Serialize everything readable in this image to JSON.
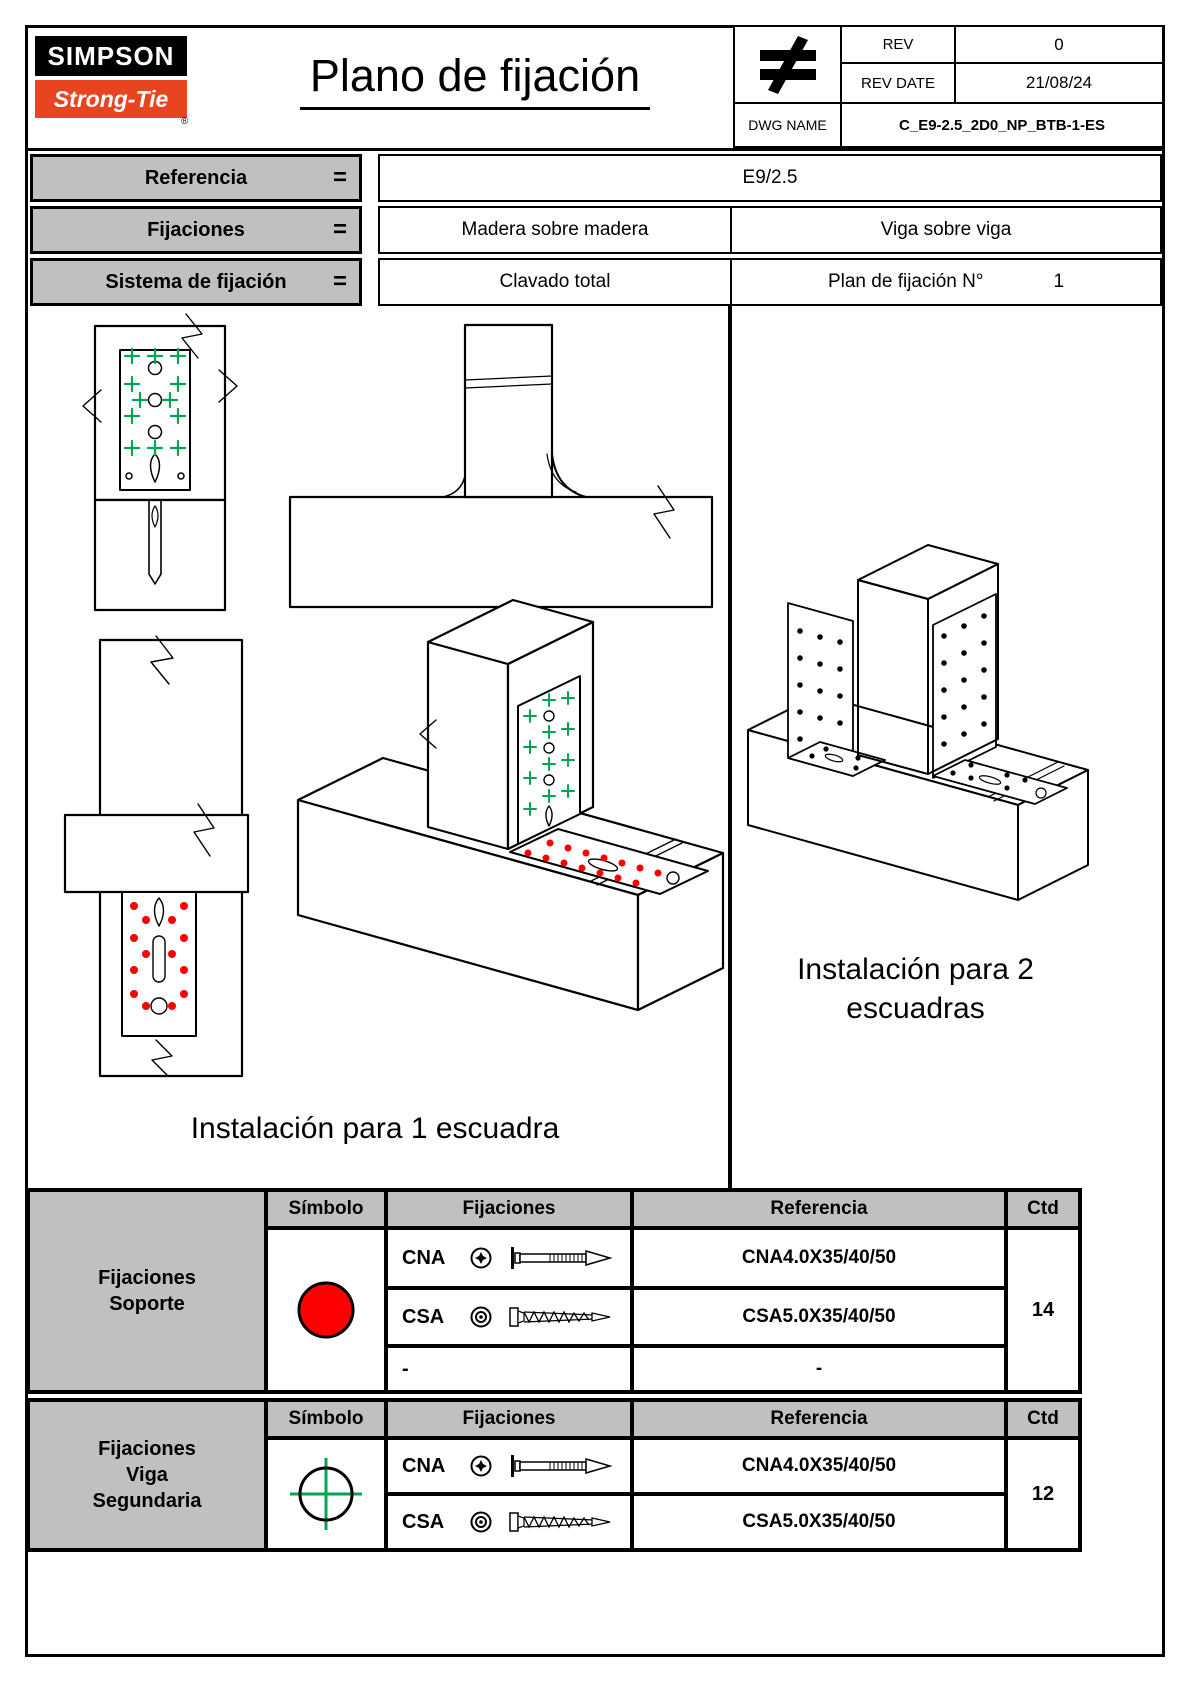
{
  "colors": {
    "brand_red": "#e8441f",
    "fixing_red": "#ff0000",
    "fixing_green": "#00a651",
    "table_gray": "#c0c0c0"
  },
  "header": {
    "logo_top": "SIMPSON",
    "logo_bottom": "Strong-Tie",
    "logo_reg": "®",
    "title": "Plano de fijación",
    "title_block": {
      "rev_label": "REV",
      "rev_value": "0",
      "rev_date_label": "REV DATE",
      "rev_date_value": "21/08/24",
      "dwg_name_label": "DWG NAME",
      "dwg_name_value": "C_E9-2.5_2D0_NP_BTB-1-ES"
    }
  },
  "ref_table": {
    "referencia": {
      "label": "Referencia",
      "eq": "=",
      "value": "E9/2.5"
    },
    "fijaciones": {
      "label": "Fijaciones",
      "eq": "=",
      "left": "Madera sobre madera",
      "right": "Viga sobre viga"
    },
    "sistema": {
      "label": "Sistema de fijación",
      "eq": "=",
      "left": "Clavado total",
      "right_label": "Plan de fijación N°",
      "right_value": "1"
    }
  },
  "drawings": {
    "caption_one": "Instalación para 1 escuadra",
    "caption_two": "Instalación para 2\nescuadras"
  },
  "fix_headers": {
    "symbol": "Símbolo",
    "fixings": "Fijaciones",
    "reference": "Referencia",
    "qty": "Ctd"
  },
  "support_table": {
    "label": "Fijaciones\nSoporte",
    "symbol": "red-filled-circle",
    "rows": [
      {
        "code": "CNA",
        "reference": "CNA4.0X35/40/50"
      },
      {
        "code": "CSA",
        "reference": "CSA5.0X35/40/50"
      },
      {
        "code": "-",
        "reference": "-"
      }
    ],
    "qty": "14"
  },
  "secondary_table": {
    "label": "Fijaciones\nViga\nSegundaria",
    "symbol": "green-crosshair-circle",
    "rows": [
      {
        "code": "CNA",
        "reference": "CNA4.0X35/40/50"
      },
      {
        "code": "CSA",
        "reference": "CSA5.0X35/40/50"
      }
    ],
    "qty": "12"
  }
}
